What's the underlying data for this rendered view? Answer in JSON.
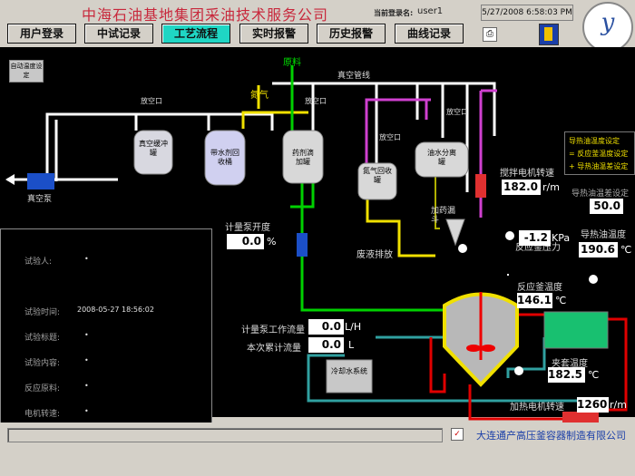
{
  "header": {
    "title": "中海石油基地集团采油技术服务公司",
    "login_label": "当前登录名:",
    "user": "user1",
    "datetime": "5/27/2008 6:58:03 PM",
    "logo_text": "y"
  },
  "nav": {
    "tabs": [
      "用户登录",
      "中试记录",
      "工艺流程",
      "实时报警",
      "历史报警",
      "曲线记录"
    ],
    "active_tab": "工艺流程"
  },
  "controls": {
    "auto_temp_button": "自动温度设定"
  },
  "diagram": {
    "labels": {
      "raw_material": "原料",
      "vacuum_line": "真空管线",
      "nitrogen": "氮气",
      "vent1": "放空口",
      "vent2": "放空口",
      "vent3": "放空口",
      "vent4": "放空口",
      "vacuum_pump": "真空泵",
      "waste_discharge": "废液排放",
      "dosing_funnel": "加药漏斗",
      "cooling_water_system": "冷却水系统"
    },
    "vessels": {
      "vacuum_buffer": "真空缓冲罐",
      "solvent_recovery": "带水剂回收桶",
      "reagent_tank": "药剂滴加罐",
      "nitrogen_recovery": "氮气回收罐",
      "oil_water_separator": "油水分离罐"
    },
    "readings": {
      "meter_pump_opening_label": "计量泵开度",
      "meter_pump_opening": "0.0",
      "meter_pump_opening_unit": "%",
      "meter_pump_flow_label": "计量泵工作流量",
      "meter_pump_flow": "0.0",
      "meter_pump_flow_unit": "L/H",
      "cumulative_flow_label": "本次累计流量",
      "cumulative_flow": "0.0",
      "cumulative_flow_unit": "L",
      "stirrer_speed_label": "搅拌电机转速",
      "stirrer_speed": "182.0",
      "stirrer_speed_unit": "r/m",
      "reactor_pressure_label": "反应釜压力",
      "reactor_pressure": "-1.2",
      "reactor_pressure_unit": "KPa",
      "reactor_temp_label": "反应釜温度",
      "reactor_temp": "146.1",
      "reactor_temp_unit": "℃",
      "jacket_temp_label": "夹套温度",
      "jacket_temp": "182.5",
      "jacket_temp_unit": "℃",
      "heat_oil_diff_label": "导热油温差设定",
      "heat_oil_diff": "50.0",
      "heat_oil_temp_label": "导热油温度",
      "heat_oil_temp": "190.6",
      "heat_oil_temp_unit": "℃",
      "heater_motor_speed_label": "加热电机转速",
      "heater_motor_speed": "1260",
      "heater_motor_speed_unit": "r/m"
    },
    "legend": {
      "line1": "导热油温度设定",
      "line2": "= 反应釜温度设定",
      "line3": "+ 导热油温差设定"
    }
  },
  "info": {
    "tester_label": "试验人:",
    "tester": "•",
    "test_time_label": "试验时间:",
    "test_time": "2008-05-27 18:56:02",
    "test_title_label": "试验标题:",
    "test_title": "•",
    "test_content_label": "试验内容:",
    "test_content": "•",
    "reaction_material_label": "反应原料:",
    "reaction_material": "•",
    "motor_speed_label": "电机转速:",
    "motor_speed": "•"
  },
  "footer": {
    "company": "大连通产高压釜容器制造有限公司"
  },
  "colors": {
    "title_red": "#c8283c",
    "active_tab": "#1fd6c4",
    "pipe_white": "#ffffff",
    "pipe_green": "#00d000",
    "pipe_yellow": "#f0e000",
    "pipe_magenta": "#d040d0",
    "pipe_red": "#e00000",
    "pipe_teal": "#30a0a0",
    "pipe_olive": "#b0b000"
  }
}
